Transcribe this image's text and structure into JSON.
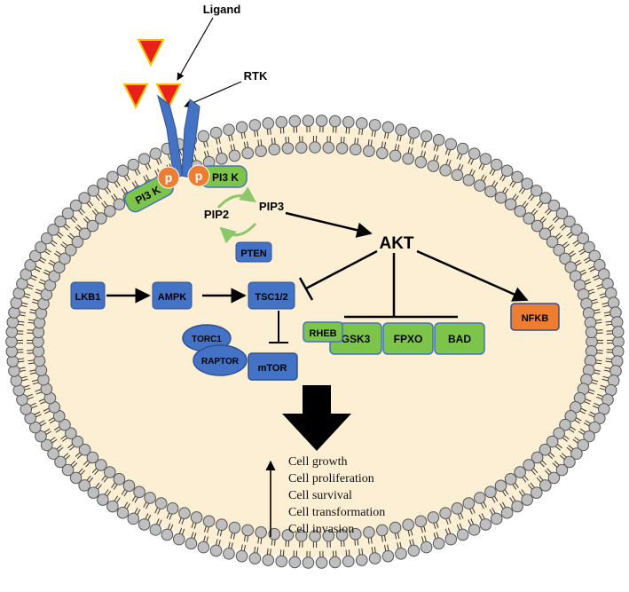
{
  "labels": {
    "ligand": "Ligand",
    "rtk": "RTK",
    "p_left": "p",
    "p_right": "p",
    "pi3k_left": "PI3 K",
    "pi3k_right": "PI3 K",
    "pip2": "PIP2",
    "pip3": "PIP3",
    "pten": "PTEN",
    "akt": "AKT",
    "lkb1": "LKB1",
    "ampk": "AMPK",
    "tsc": "TSC1/2",
    "rheb": "RHEB",
    "torc1": "TORC1",
    "raptor": "RAPTOR",
    "mtor": "mTOR",
    "gsk3": "GSK3",
    "fpxo": "FPXO",
    "bad": "BAD",
    "nfkb": "NFKB"
  },
  "outcomes": [
    "Cell growth",
    "Cell proliferation",
    "Cell survival",
    "Cell transformation",
    "Cell invasion"
  ],
  "colors": {
    "blue": "#4472C4",
    "green": "#7DC54A",
    "orange": "#ED7D31",
    "cytoplasm": "#FCEFD3",
    "bead": "#BFBFBF",
    "ligand": "#E8211B",
    "ligand_border": "#F2C200"
  }
}
